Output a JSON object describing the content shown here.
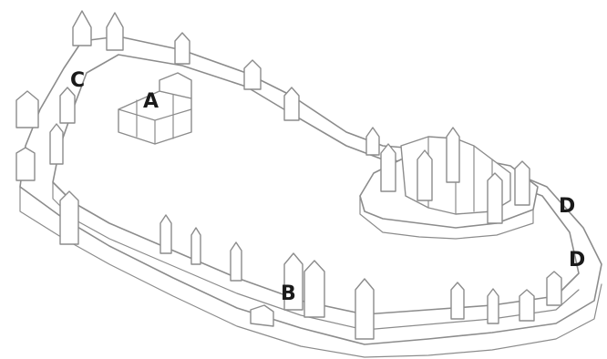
{
  "labels": {
    "a": "A",
    "b": "B",
    "c": "C",
    "d1": "D",
    "d2": "D"
  },
  "colors": {
    "line": "#8c8c8c",
    "label": "#1a1a1a",
    "background": "#ffffff"
  }
}
